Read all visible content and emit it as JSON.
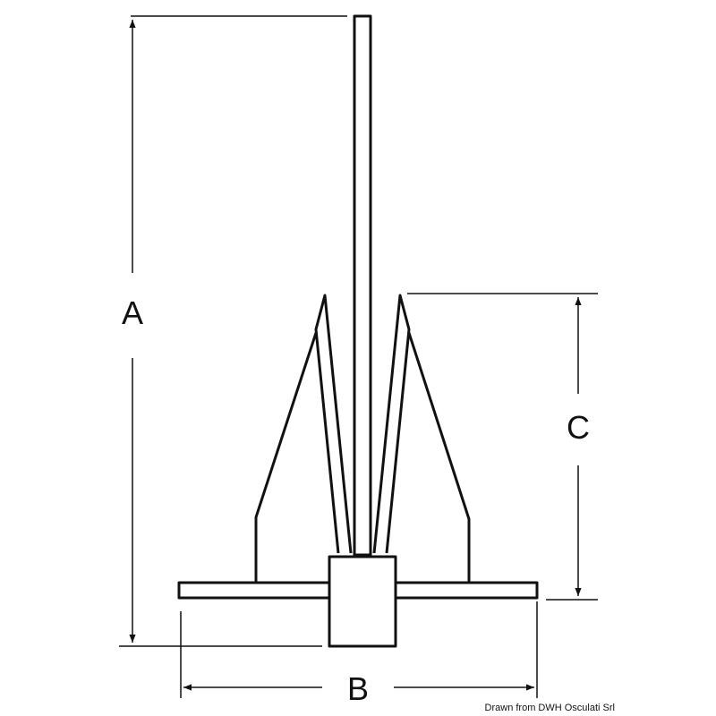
{
  "dimensions": {
    "a_label": "A",
    "b_label": "B",
    "c_label": "C"
  },
  "credit": "Drawn from DWH Osculati Srl",
  "colors": {
    "line": "#111111",
    "background": "#ffffff"
  }
}
